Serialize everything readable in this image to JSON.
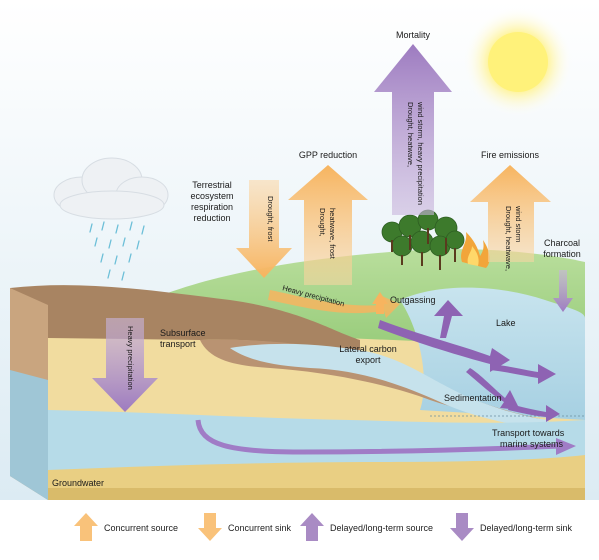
{
  "labels": {
    "mortality": "Mortality",
    "gpp_reduction": "GPP reduction",
    "fire_emissions": "Fire emissions",
    "terrestrial_line1": "Terrestrial",
    "terrestrial_line2": "ecosystem",
    "terrestrial_line3": "respiration",
    "terrestrial_line4": "reduction",
    "charcoal_line1": "Charcoal",
    "charcoal_line2": "formation",
    "heavy_precip_surface": "Heavy precipitation",
    "outgassing": "Outgassing",
    "lake": "Lake",
    "subsurface_line1": "Subsurface",
    "subsurface_line2": "transport",
    "lateral_line1": "Lateral carbon",
    "lateral_line2": "export",
    "sedimentation": "Sedimentation",
    "transport_line1": "Transport towards",
    "transport_line2": "marine systems",
    "groundwater": "Groundwater"
  },
  "arrow_text": {
    "drought_frost": "Drought, frost",
    "gpp_line1": "Drought,",
    "gpp_line2": "heatwave, frost",
    "mortality_line1": "Drought, heatwave,",
    "mortality_line2": "wind storm, heavy precipitation",
    "fire_line1": "Drought, heatwave,",
    "fire_line2": "wind storm",
    "heavy_precip_subsurface": "Heavy precipitation"
  },
  "legend": {
    "concurrent_source": "Concurrent source",
    "concurrent_sink": "Concurrent sink",
    "delayed_source": "Delayed/long-term source",
    "delayed_sink": "Delayed/long-term sink"
  },
  "colors": {
    "concurrent": "#f9c27a",
    "delayed": "#a98bc4",
    "delayed_dark": "#8e63b3",
    "grass": "#a7d58b",
    "soil_brown": "#a88462",
    "sand": "#f1dc9f",
    "water": "#b9dbe8",
    "sun": "#fff27a"
  }
}
